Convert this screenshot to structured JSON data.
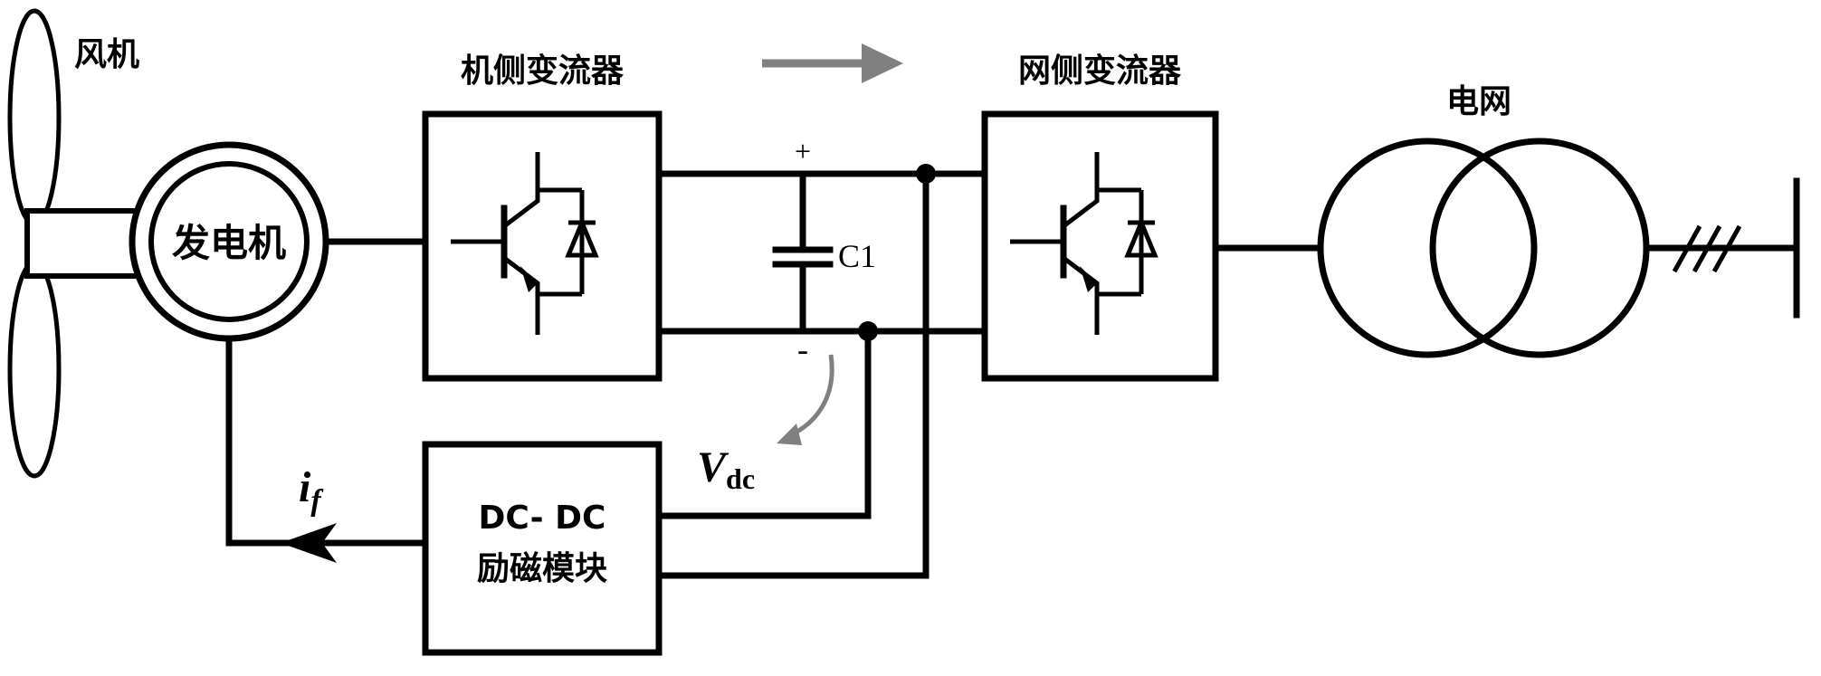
{
  "labels": {
    "wind_turbine": "风机",
    "generator": "发电机",
    "machine_side_converter": "机侧变流器",
    "grid_side_converter": "网侧变流器",
    "grid": "电网",
    "capacitor": "C1",
    "plus": "+",
    "minus": "-",
    "vdc_main": "V",
    "vdc_sub": "dc",
    "if_main": "i",
    "if_sub": "f",
    "dcdc_line1": "DC- DC",
    "dcdc_line2": "励磁模块"
  },
  "colors": {
    "line": "#000000",
    "arrow_gray": "#808080",
    "background": "#ffffff"
  }
}
